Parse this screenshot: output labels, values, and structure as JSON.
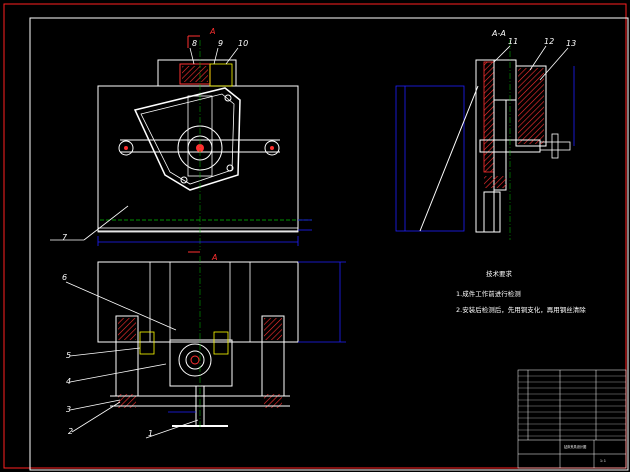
{
  "drawing": {
    "callouts": {
      "c1": "1",
      "c2": "2",
      "c3": "3",
      "c4": "4",
      "c5": "5",
      "c6": "6",
      "c7": "7",
      "c8": "8",
      "c9": "9",
      "c10": "10",
      "c11": "11",
      "c12": "12",
      "c13": "13"
    },
    "section_marks": {
      "top": "A",
      "bottom": "A",
      "section_title": "A-A"
    },
    "notes": {
      "title": "技术要求",
      "line1": "1.成件工作前进行检测",
      "line2": "2.安装后检测后，先用铜支化，再用钢丝清除"
    },
    "title_block": {
      "name": "钻床夹具设计图",
      "scale": "1:1"
    },
    "colors": {
      "border": "#ff2020",
      "lines": "#ffffff",
      "dimension": "#2020ff",
      "hatch": "#ff3030",
      "centerline": "#00c000",
      "accent": "#ffff00"
    }
  }
}
